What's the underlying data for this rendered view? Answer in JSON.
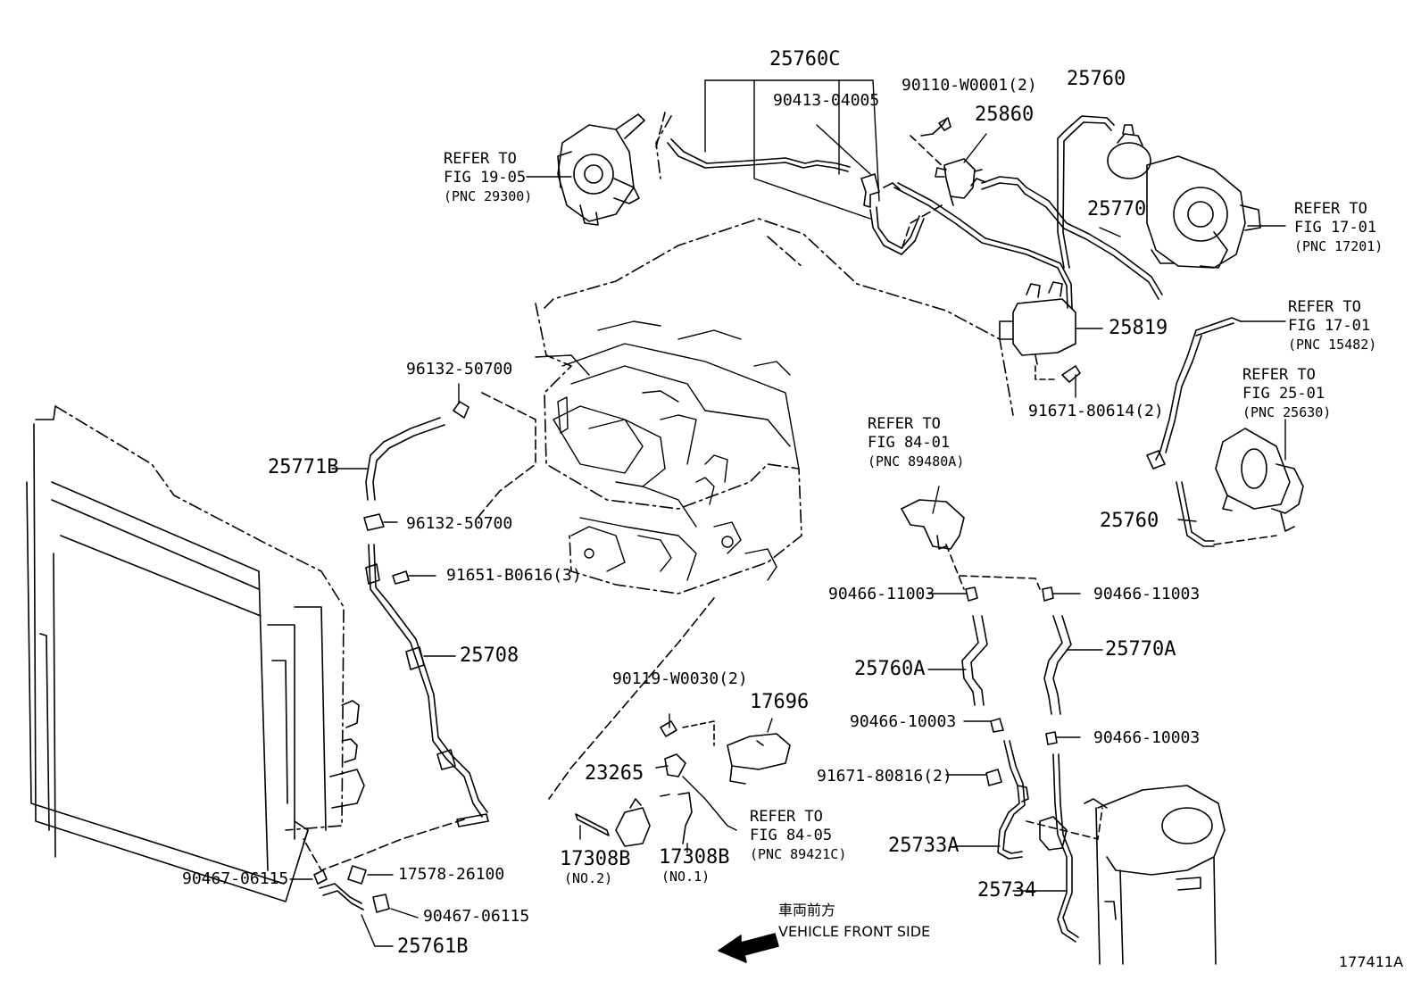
{
  "labels": {
    "p25760C": "25760C",
    "p90413": "90413-04005",
    "p90110": "90110-W0001(2)",
    "p25860": "25860",
    "p25760_top": "25760",
    "p25770": "25770",
    "p25819": "25819",
    "p91671_80614": "91671-80614(2)",
    "p96132_top": "96132-50700",
    "p25771B": "25771B",
    "p96132_bot": "96132-50700",
    "p91651": "91651-B0616(3)",
    "p25708": "25708",
    "p90119": "90119-W0030(2)",
    "p17696": "17696",
    "p23265": "23265",
    "p17308B_a": "17308B",
    "no2": "(NO.2)",
    "p17308B_b": "17308B",
    "no1": "(NO.1)",
    "p90466_11003_l": "90466-11003",
    "p90466_11003_r": "90466-11003",
    "p25760A": "25760A",
    "p25770A": "25770A",
    "p90466_10003_l": "90466-10003",
    "p90466_10003_r": "90466-10003",
    "p91671_80816": "91671-80816(2)",
    "p25733A": "25733A",
    "p25734": "25734",
    "p25760_right": "25760",
    "p90467_a": "90467-06115",
    "p17578": "17578-26100",
    "p90467_b": "90467-06115",
    "p25761B": "25761B",
    "diagram_id": "177411A"
  },
  "refs": {
    "fig1905": {
      "line1": "REFER TO",
      "line2": "FIG 19-05",
      "line3": "(PNC 29300)"
    },
    "fig1701a": {
      "line1": "REFER TO",
      "line2": "FIG 17-01",
      "line3": "(PNC 17201)"
    },
    "fig1701b": {
      "line1": "REFER TO",
      "line2": "FIG 17-01",
      "line3": "(PNC 15482)"
    },
    "fig2501": {
      "line1": "REFER TO",
      "line2": "FIG 25-01",
      "line3": "(PNC 25630)"
    },
    "fig8401": {
      "line1": "REFER TO",
      "line2": "FIG 84-01",
      "line3": "(PNC 89480A)"
    },
    "fig8405": {
      "line1": "REFER TO",
      "line2": "FIG 84-05",
      "line3": "(PNC 89421C)"
    }
  },
  "direction": {
    "jp": "車両前方",
    "en": "VEHICLE FRONT SIDE"
  }
}
